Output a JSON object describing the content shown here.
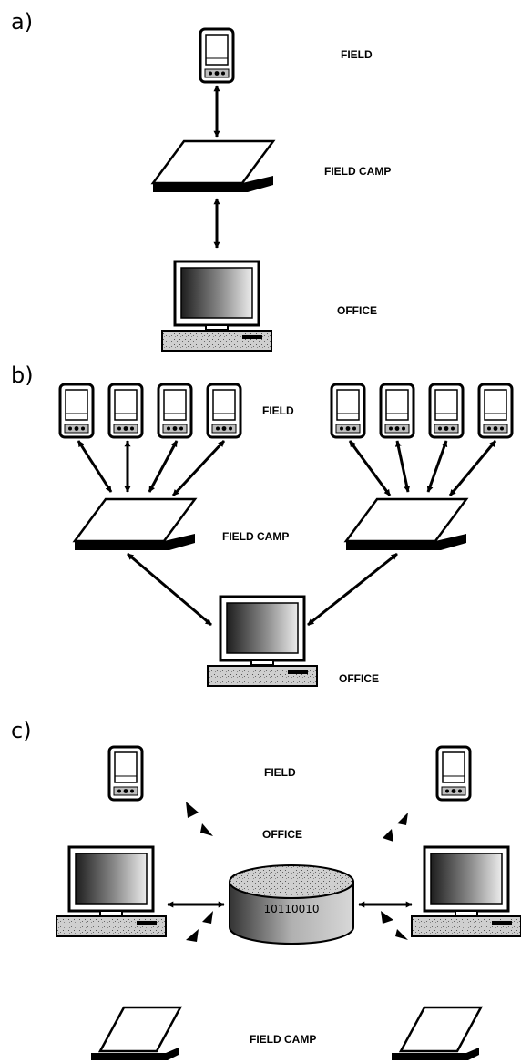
{
  "panels": [
    {
      "id": "a",
      "label": "a)",
      "tiers": {
        "field": "FIELD",
        "field_camp": "FIELD CAMP",
        "office": "OFFICE"
      }
    },
    {
      "id": "b",
      "label": "b)",
      "tiers": {
        "field": "FIELD",
        "field_camp": "FIELD CAMP",
        "office": "OFFICE"
      }
    },
    {
      "id": "c",
      "label": "c)",
      "tiers": {
        "field": "FIELD",
        "office": "OFFICE",
        "field_camp": "FIELD CAMP"
      },
      "database_text": "10110010"
    }
  ],
  "colors": {
    "ink": "#000000",
    "paper": "#ffffff",
    "screen_dark": "#2a2a2a",
    "screen_light": "#e8e8e8"
  }
}
